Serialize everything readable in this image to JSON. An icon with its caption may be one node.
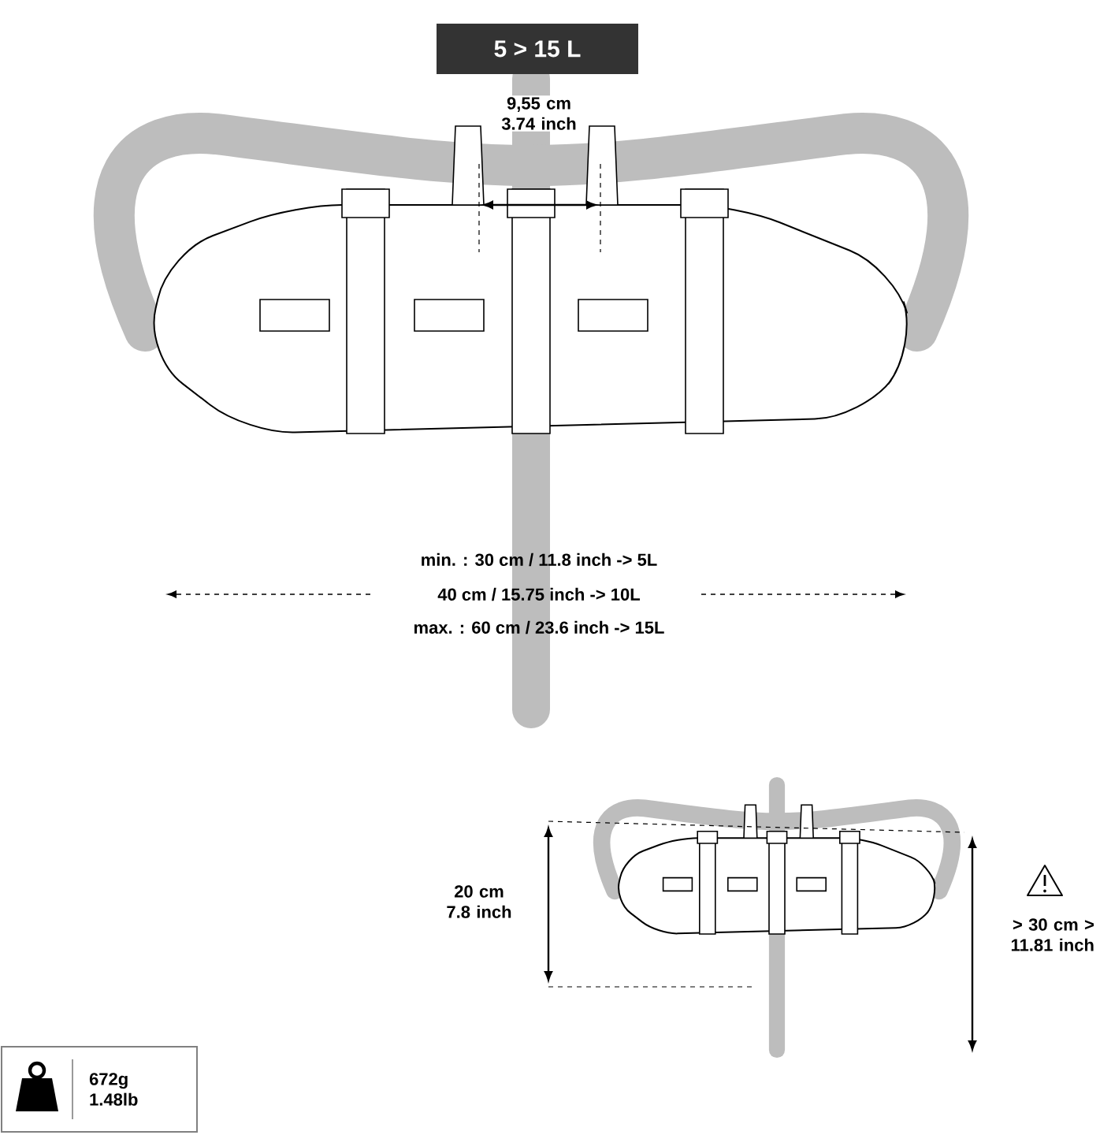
{
  "diagram": {
    "nodes": [
      {
        "text": [
          "5 > 15 L"
        ]
      },
      {
        "text": [
          "672g 1.48lb"
        ]
      }
    ],
    "labels": [
      "9,55 cm 3.74 inch",
      "min. : 30 cm / 11.8 inch -> 5L",
      "40 cm / 15.75 inch -> 10L",
      "max. : 60 cm / 23.6 inch -> 15L",
      "20 cm 7.8 inch",
      "> 30 cm > 11.81 inch"
    ]
  }
}
